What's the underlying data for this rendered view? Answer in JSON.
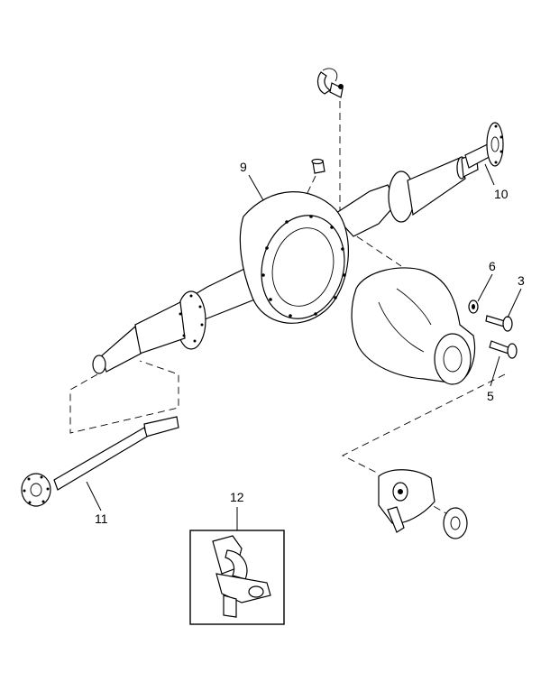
{
  "callouts": {
    "c3": "3",
    "c5": "5",
    "c6": "6",
    "c9": "9",
    "c10": "10",
    "c11": "11",
    "c12": "12"
  }
}
